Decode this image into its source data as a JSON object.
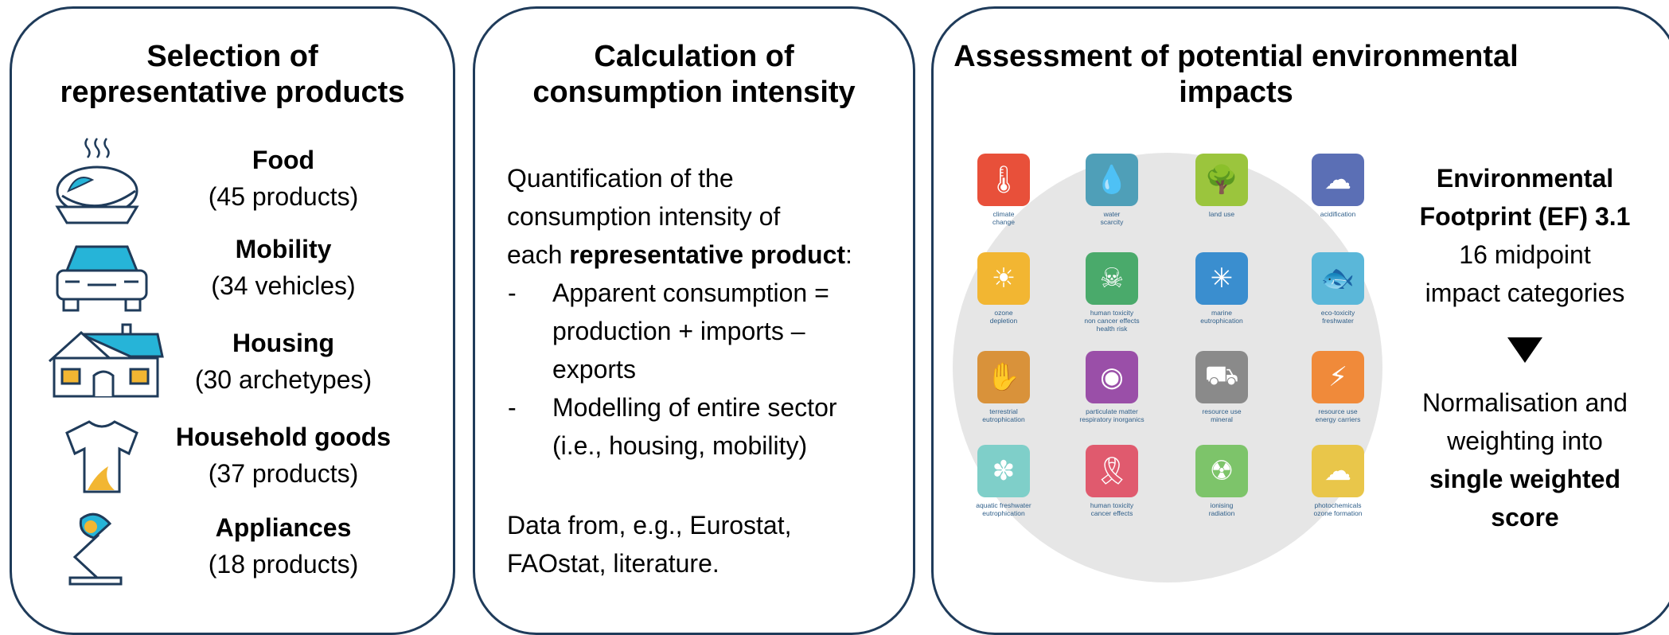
{
  "panel1": {
    "title_line1": "Selection of",
    "title_line2": "representative products",
    "categories": [
      {
        "name": "Food",
        "count": "(45 products)",
        "icon": "food-bowl-icon"
      },
      {
        "name": "Mobility",
        "count": "(34 vehicles)",
        "icon": "car-icon"
      },
      {
        "name": "Housing",
        "count": "(30 archetypes)",
        "icon": "house-icon"
      },
      {
        "name": "Household goods",
        "count": "(37 products)",
        "icon": "tshirt-icon"
      },
      {
        "name": "Appliances",
        "count": "(18 products)",
        "icon": "desk-lamp-icon"
      }
    ]
  },
  "panel2": {
    "title_line1": "Calculation of",
    "title_line2": "consumption intensity",
    "intro_line1": "Quantification of the",
    "intro_line2": "consumption intensity of",
    "intro_line3_pre": "each ",
    "intro_line3_bold": "representative product",
    "intro_line3_post": ":",
    "bullet_marker": "-",
    "bullet1_line1": "Apparent consumption =",
    "bullet1_line2": "production + imports –",
    "bullet1_line3": "exports",
    "bullet2_line1": "Modelling of entire sector",
    "bullet2_line2": "(i.e., housing, mobility)",
    "data_line1": "Data from, e.g., Eurostat,",
    "data_line2": "FAOstat, literature."
  },
  "panel3": {
    "title_line1": "Assessment of potential environmental",
    "title_line2": "impacts",
    "ef_line1": "Environmental",
    "ef_line2": "Footprint (EF) 3.1",
    "ef_line3": "16 midpoint",
    "ef_line4": "impact categories",
    "norm_line1": "Normalisation and",
    "norm_line2": "weighting into",
    "norm_line3": "single weighted",
    "norm_line4": "score",
    "impact_categories": [
      {
        "label1": "climate",
        "label2": "change",
        "label3": "",
        "color": "#e8503a",
        "icon": "thermometer-icon"
      },
      {
        "label1": "water",
        "label2": "scarcity",
        "label3": "",
        "color": "#4f9fb8",
        "icon": "water-drop-icon"
      },
      {
        "label1": "land use",
        "label2": "",
        "label3": "",
        "color": "#9bc53d",
        "icon": "tree-stump-icon"
      },
      {
        "label1": "acidification",
        "label2": "",
        "label3": "",
        "color": "#5b6fb5",
        "icon": "acid-rain-cloud-icon"
      },
      {
        "label1": "ozone",
        "label2": "depletion",
        "label3": "",
        "color": "#f2b632",
        "icon": "sun-icon"
      },
      {
        "label1": "human toxicity",
        "label2": "non cancer effects",
        "label3": "health risk",
        "color": "#4aaa6b",
        "icon": "skull-crossbones-icon"
      },
      {
        "label1": "marine",
        "label2": "eutrophication",
        "label3": "",
        "color": "#3a8ecf",
        "icon": "seaweed-icon"
      },
      {
        "label1": "eco-toxicity",
        "label2": "freshwater",
        "label3": "",
        "color": "#5ab7d9",
        "icon": "fish-icon"
      },
      {
        "label1": "terrestrial",
        "label2": "eutrophication",
        "label3": "",
        "color": "#d9923a",
        "icon": "fertilizer-hand-icon"
      },
      {
        "label1": "particulate matter",
        "label2": "respiratory inorganics",
        "label3": "",
        "color": "#9a4fa8",
        "icon": "particle-icon"
      },
      {
        "label1": "resource use",
        "label2": "mineral",
        "label3": "",
        "color": "#8a8a8a",
        "icon": "dump-truck-icon"
      },
      {
        "label1": "resource use",
        "label2": "energy carriers",
        "label3": "",
        "color": "#f08a3a",
        "icon": "lightning-icon"
      },
      {
        "label1": "aquatic freshwater",
        "label2": "eutrophication",
        "label3": "",
        "color": "#7fcfc9",
        "icon": "water-plant-icon"
      },
      {
        "label1": "human toxicity",
        "label2": "cancer effects",
        "label3": "",
        "color": "#e05a6e",
        "icon": "ribbon-icon"
      },
      {
        "label1": "ionising",
        "label2": "radiation",
        "label3": "",
        "color": "#7dc46a",
        "icon": "radiation-icon"
      },
      {
        "label1": "photochemicals",
        "label2": "ozone formation",
        "label3": "",
        "color": "#e9c64a",
        "icon": "smog-cloud-icon"
      }
    ]
  }
}
